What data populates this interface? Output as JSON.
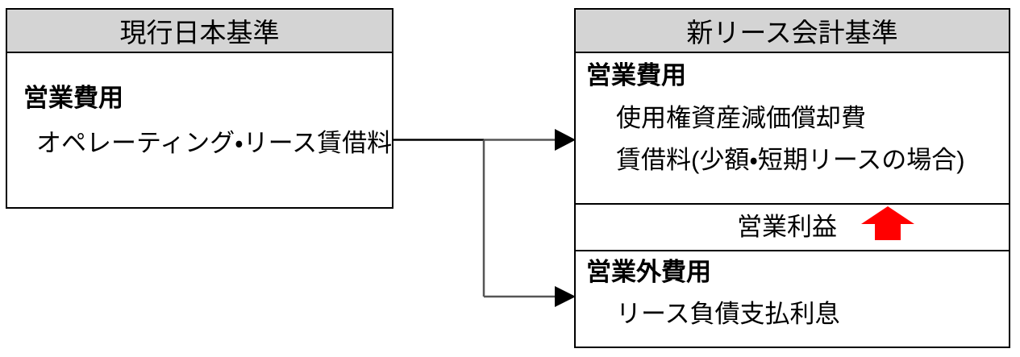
{
  "diagram": {
    "title_hidden": "",
    "left_panel": {
      "header": "現行日本基準",
      "group_title": "営業費用",
      "items": [
        "オペレーティング・リース賃借料"
      ]
    },
    "right_panel": {
      "header": "新リース会計基準",
      "sections": [
        {
          "group_title": "営業費用",
          "items": [
            "使用権資産減価償却費",
            "賃借料(少額・短期リースの場合)"
          ]
        },
        {
          "label": "営業利益",
          "indicator_icon": "red-up-arrow-icon",
          "indicator_color": "#FF0000"
        },
        {
          "group_title": "営業外費用",
          "items": [
            "リース負債支払利息"
          ]
        }
      ]
    },
    "connectors": [
      {
        "name": "arrow-to-operating-expense",
        "icon": "right-arrow-icon"
      },
      {
        "name": "arrow-to-nonoperating-expense",
        "icon": "right-arrow-icon"
      }
    ],
    "colors": {
      "header_fill": "#D4D4D4",
      "border": "#000000",
      "body_fill": "#FFFFFF",
      "accent_red": "#FF0000",
      "connector": "#000000"
    }
  }
}
